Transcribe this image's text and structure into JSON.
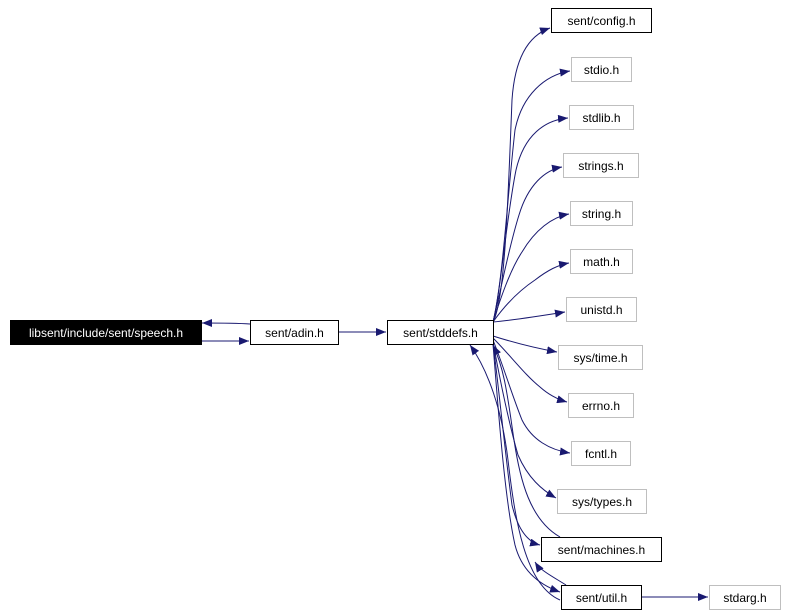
{
  "graph": {
    "colors": {
      "edge": "#191970",
      "box_black": "#000000",
      "box_gray": "#bfbfbf",
      "root_fill": "#000000",
      "root_text": "#ffffff",
      "text": "#000000"
    },
    "nodes": [
      {
        "id": "speech",
        "label": "libsent/include/sent/speech.h",
        "style": "root"
      },
      {
        "id": "adin",
        "label": "sent/adin.h",
        "style": "black"
      },
      {
        "id": "stddefs",
        "label": "sent/stddefs.h",
        "style": "black"
      },
      {
        "id": "config",
        "label": "sent/config.h",
        "style": "black"
      },
      {
        "id": "stdio",
        "label": "stdio.h",
        "style": "gray"
      },
      {
        "id": "stdlib",
        "label": "stdlib.h",
        "style": "gray"
      },
      {
        "id": "strings",
        "label": "strings.h",
        "style": "gray"
      },
      {
        "id": "string",
        "label": "string.h",
        "style": "gray"
      },
      {
        "id": "math",
        "label": "math.h",
        "style": "gray"
      },
      {
        "id": "unistd",
        "label": "unistd.h",
        "style": "gray"
      },
      {
        "id": "systime",
        "label": "sys/time.h",
        "style": "gray"
      },
      {
        "id": "errno",
        "label": "errno.h",
        "style": "gray"
      },
      {
        "id": "fcntl",
        "label": "fcntl.h",
        "style": "gray"
      },
      {
        "id": "systypes",
        "label": "sys/types.h",
        "style": "gray"
      },
      {
        "id": "machines",
        "label": "sent/machines.h",
        "style": "black"
      },
      {
        "id": "util",
        "label": "sent/util.h",
        "style": "black"
      },
      {
        "id": "stdarg",
        "label": "stdarg.h",
        "style": "gray"
      }
    ],
    "edges": [
      {
        "from": "speech",
        "to": "adin"
      },
      {
        "from": "adin",
        "to": "speech"
      },
      {
        "from": "adin",
        "to": "stddefs"
      },
      {
        "from": "stddefs",
        "to": "config"
      },
      {
        "from": "stddefs",
        "to": "stdio"
      },
      {
        "from": "stddefs",
        "to": "stdlib"
      },
      {
        "from": "stddefs",
        "to": "strings"
      },
      {
        "from": "stddefs",
        "to": "string"
      },
      {
        "from": "stddefs",
        "to": "math"
      },
      {
        "from": "stddefs",
        "to": "unistd"
      },
      {
        "from": "stddefs",
        "to": "systime"
      },
      {
        "from": "stddefs",
        "to": "errno"
      },
      {
        "from": "stddefs",
        "to": "fcntl"
      },
      {
        "from": "stddefs",
        "to": "systypes"
      },
      {
        "from": "stddefs",
        "to": "machines"
      },
      {
        "from": "stddefs",
        "to": "util"
      },
      {
        "from": "machines",
        "to": "stddefs"
      },
      {
        "from": "util",
        "to": "stddefs"
      },
      {
        "from": "util",
        "to": "machines"
      },
      {
        "from": "util",
        "to": "stdarg"
      }
    ]
  }
}
